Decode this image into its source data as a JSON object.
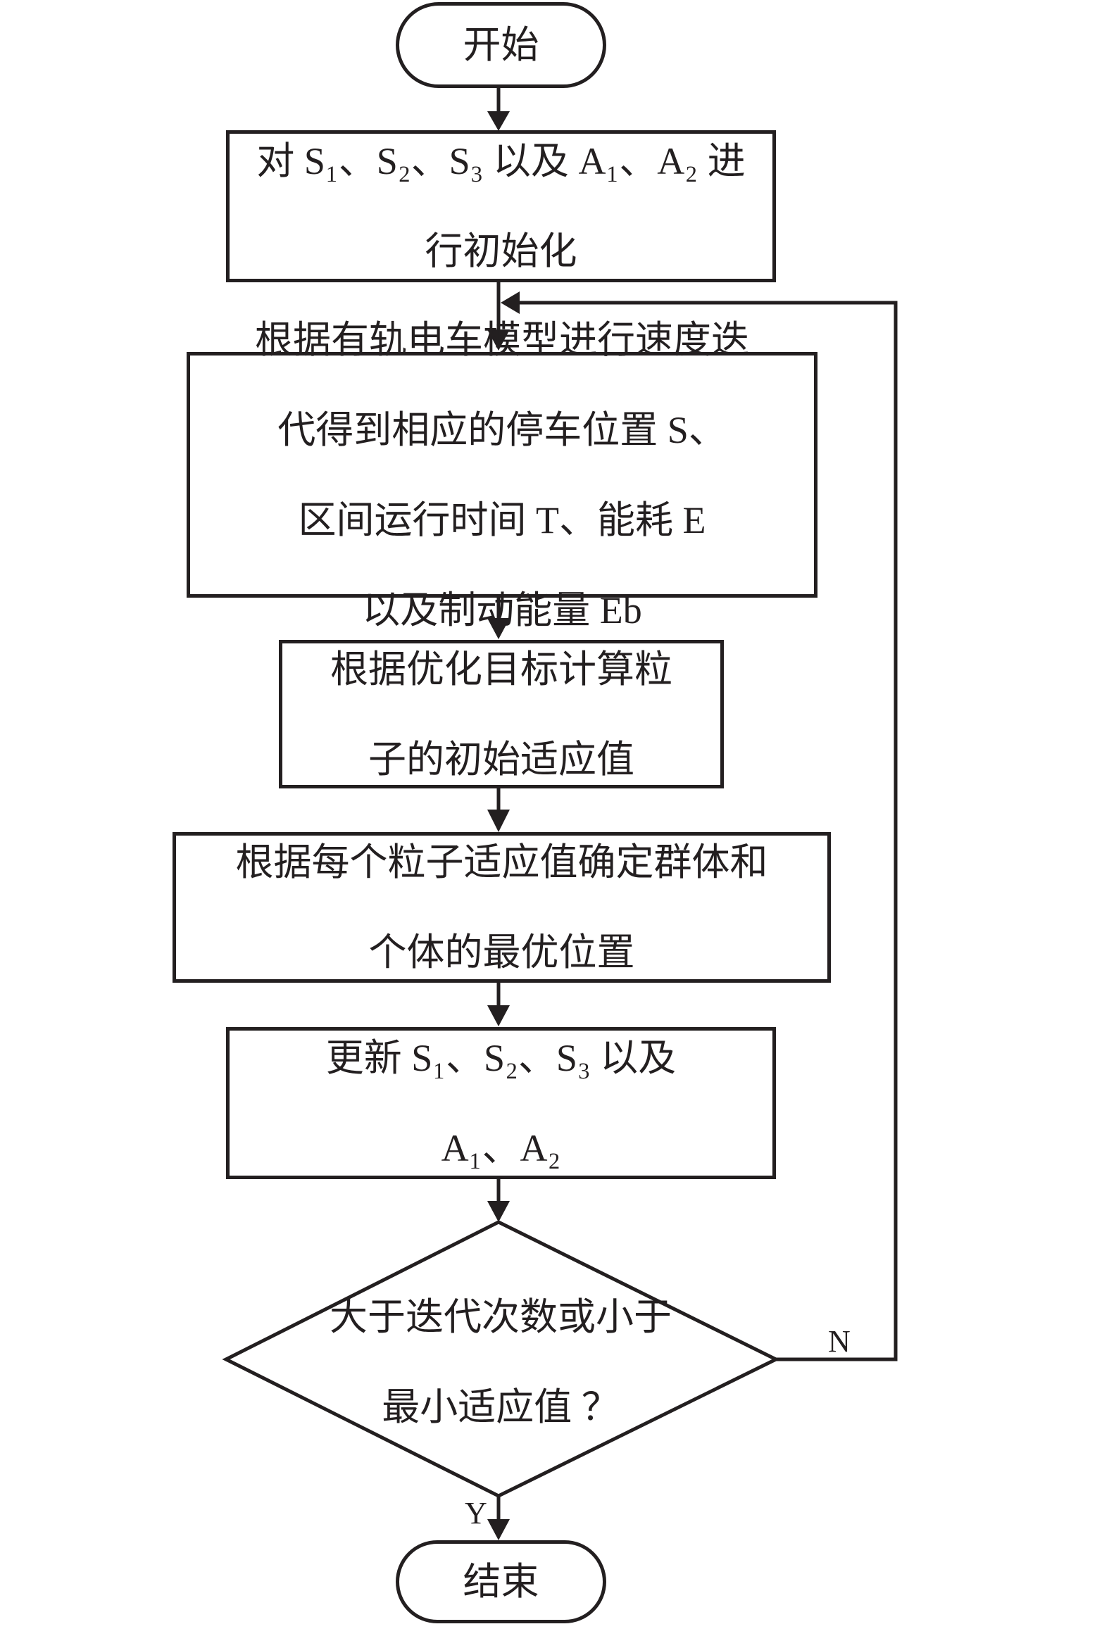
{
  "flowchart": {
    "start": "开始",
    "end": "结束",
    "steps": [
      {
        "id": "init",
        "lines": [
          "对 S₁、S₂、S₃ 以及 A₁、A₂ 进",
          "行初始化"
        ]
      },
      {
        "id": "simulate",
        "lines": [
          "根据有轨电车模型进行速度迭",
          "代得到相应的停车位置 S、",
          "区间运行时间 T、能耗 E",
          "以及制动能量 Eb"
        ]
      },
      {
        "id": "fitness",
        "lines": [
          "根据优化目标计算粒",
          "子的初始适应值"
        ]
      },
      {
        "id": "best",
        "lines": [
          "根据每个粒子适应值确定群体和",
          "个体的最优位置"
        ]
      },
      {
        "id": "update",
        "lines": [
          "更新 S₁、S₂、S₃ 以及",
          "A₁、A₂"
        ]
      }
    ],
    "decision": {
      "lines": [
        "大于迭代次数或小于",
        "最小适应值 ？"
      ],
      "yes_label": "Y",
      "no_label": "N"
    }
  }
}
